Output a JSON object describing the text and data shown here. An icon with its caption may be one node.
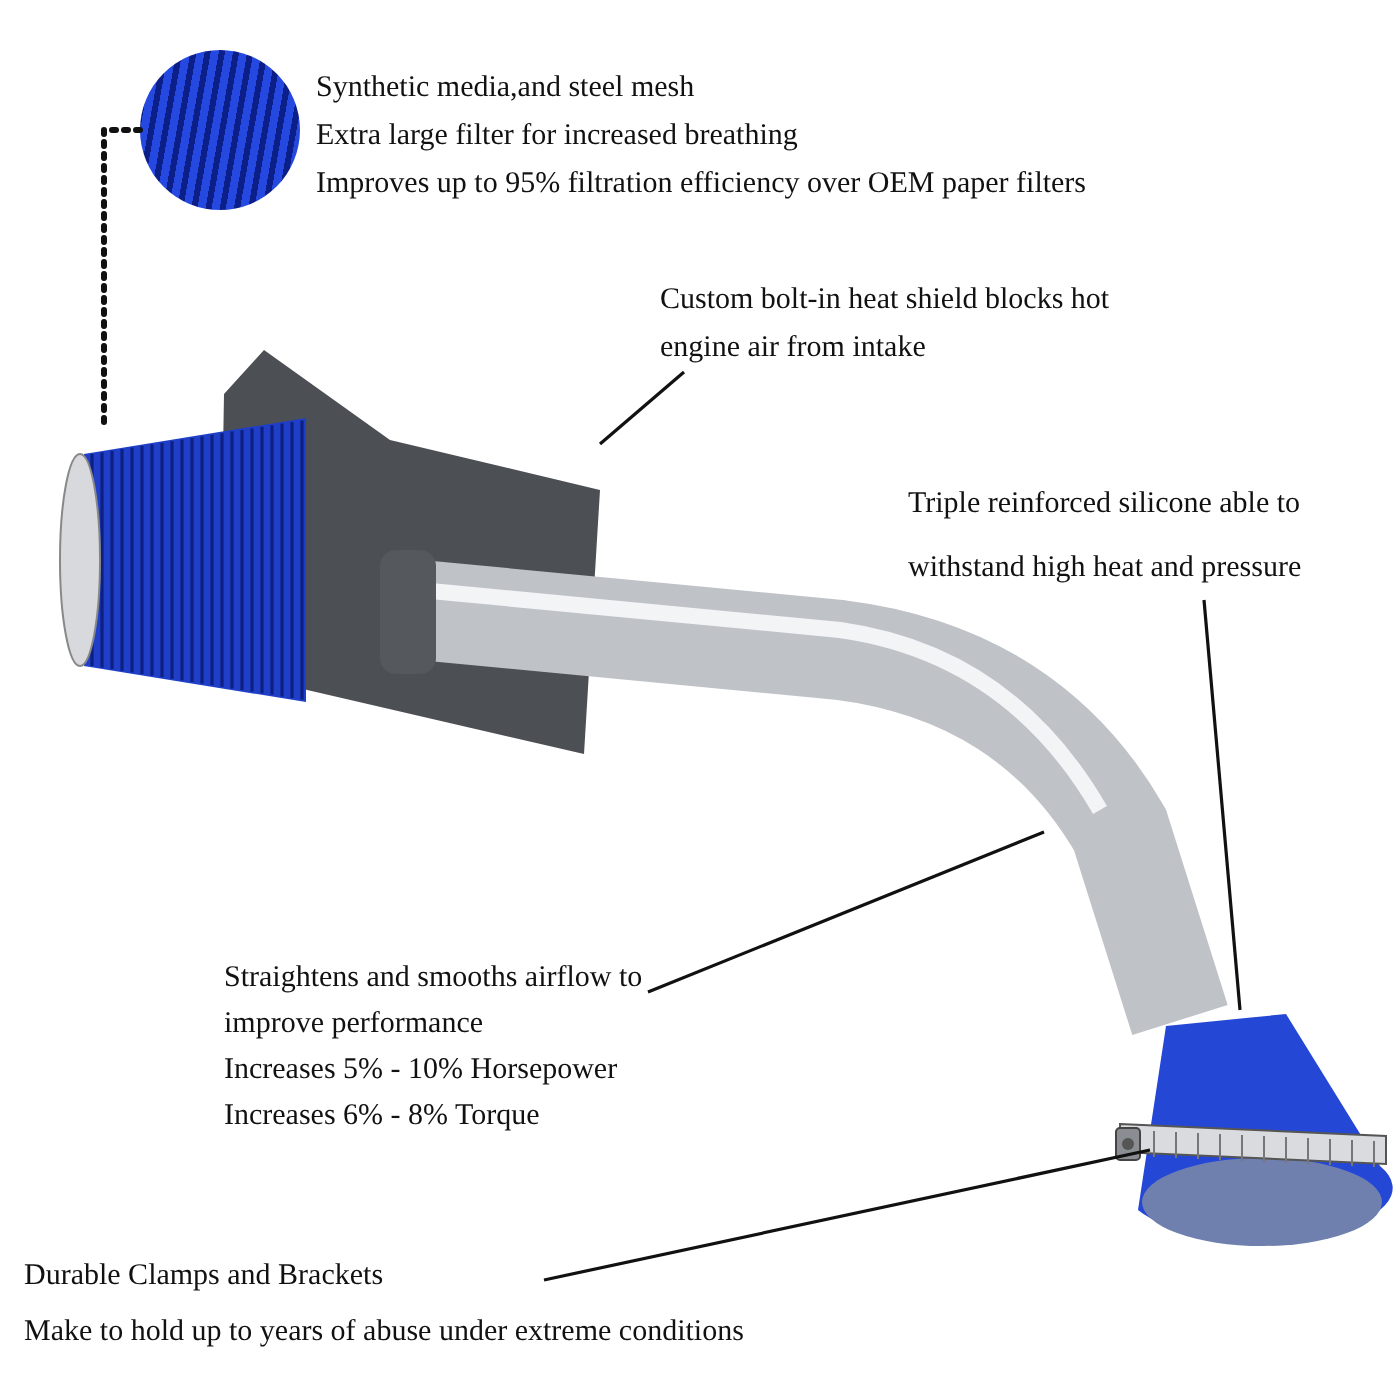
{
  "diagram": {
    "nodes": [
      {
        "text": [],
        "shape": "picture",
        "beside": [
          "Synthetic media,and steel mesh",
          "Extra large filter for increased breathing",
          "Improves up to 95% filtration efficiency over OEM paper filters"
        ]
      },
      {
        "text": [],
        "shape": "picture"
      },
      {
        "text": [
          "Custom bolt-in heat shield blocks hot engine air from intake"
        ]
      },
      {
        "text": [],
        "shape": "picture"
      },
      {
        "text": [
          "Triple reinforced silicone able to withstand high heat and pressure"
        ]
      },
      {
        "text": [],
        "shape": "picture"
      },
      {
        "text": [
          "Straightens and smooths airflow to improve performance",
          "Increases 5% - 10% Horsepower",
          "Increases 6% - 8% Torque"
        ]
      },
      {
        "text": [],
        "shape": "picture"
      },
      {
        "text": [
          "Durable Clamps and Brackets",
          "Make to hold up to years of abuse under extreme conditions"
        ]
      },
      {
        "text": [],
        "shape": "picture"
      }
    ],
    "edges": [
      {
        "from": 0,
        "to": 1,
        "arrow": "none",
        "style": "dashed"
      },
      {
        "from": 2,
        "to": 3,
        "arrow": "none"
      },
      {
        "from": 4,
        "to": 5,
        "arrow": "none"
      },
      {
        "from": 6,
        "to": 7,
        "arrow": "none"
      },
      {
        "from": 8,
        "to": 9,
        "arrow": "none"
      }
    ]
  }
}
